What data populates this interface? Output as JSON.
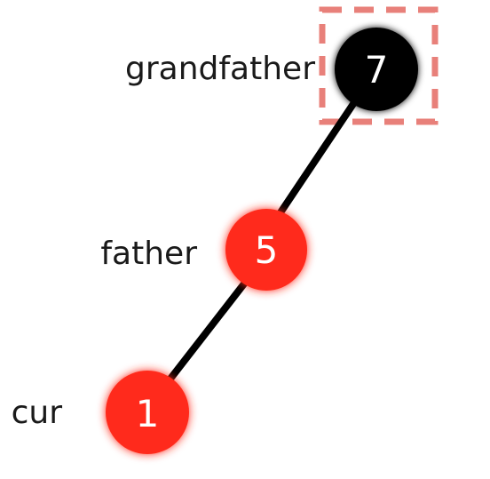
{
  "diagram": {
    "nodes": [
      {
        "id": "grandfather",
        "value": "7",
        "label": "grandfather",
        "color": "black",
        "highlighted": true
      },
      {
        "id": "father",
        "value": "5",
        "label": "father",
        "color": "red",
        "highlighted": false
      },
      {
        "id": "cur",
        "value": "1",
        "label": "cur",
        "color": "red",
        "highlighted": false
      }
    ],
    "edges": [
      {
        "from": "grandfather",
        "to": "father"
      },
      {
        "from": "father",
        "to": "cur"
      }
    ],
    "colors": {
      "red": "#ff2a1a",
      "red_glow": "#ff6a5a",
      "black": "#000000",
      "highlight_box": "#e8807a",
      "edge": "#000000"
    }
  }
}
